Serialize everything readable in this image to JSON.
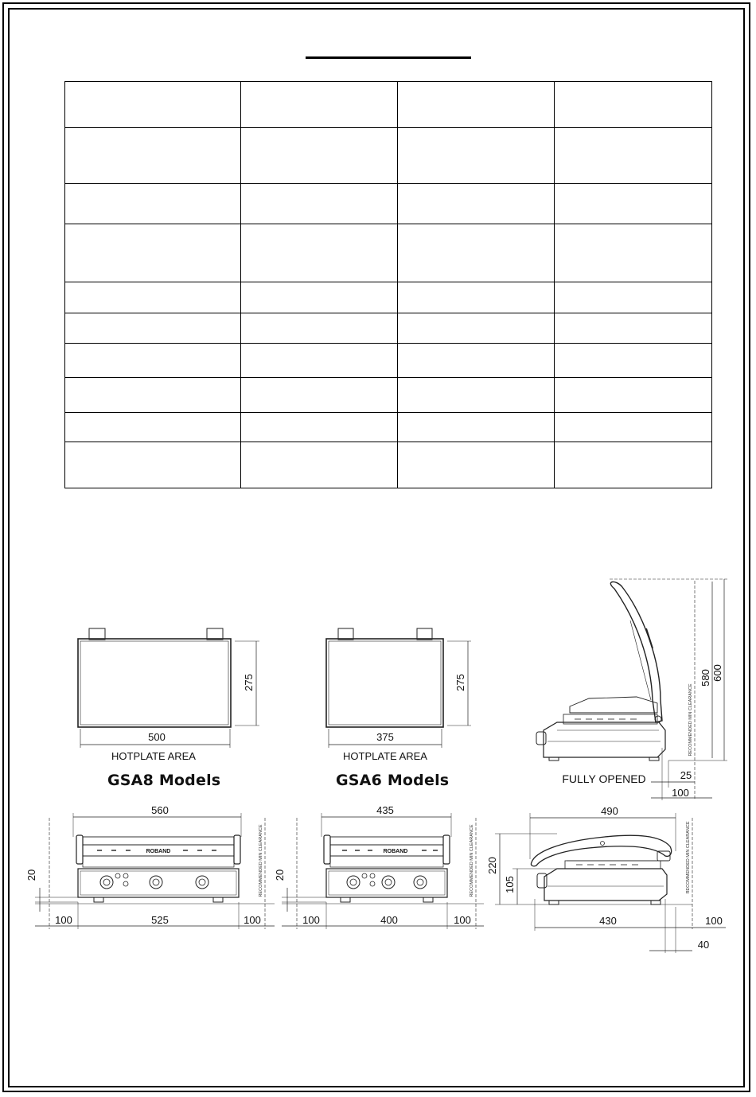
{
  "spec_table": {
    "rows": 10,
    "cols": 4,
    "cells": []
  },
  "plan_views": [
    {
      "key": "gsa8",
      "width_dim": "500",
      "depth_dim": "275",
      "caption": "HOTPLATE AREA",
      "model": "GSA8 Models"
    },
    {
      "key": "gsa6",
      "width_dim": "375",
      "depth_dim": "275",
      "caption": "HOTPLATE AREA",
      "model": "GSA6 Models"
    }
  ],
  "side_open": {
    "caption": "FULLY OPENED",
    "height_inner": "580",
    "height_outer": "600",
    "rear_gap": "25",
    "rear_clearance": "100",
    "clearance_note": "RECOMMENDED MIN CLEARANCE"
  },
  "front_views": [
    {
      "key": "gsa8",
      "overall_width": "560",
      "body_width": "525",
      "left_clearance": "100",
      "right_clearance": "100",
      "leg_height": "20",
      "brand": "ROBAND",
      "clearance_note": "RECOMMENDED MIN CLEARANCE"
    },
    {
      "key": "gsa6",
      "overall_width": "435",
      "body_width": "400",
      "left_clearance": "100",
      "right_clearance": "100",
      "leg_height": "20",
      "brand": "ROBAND",
      "clearance_note": "RECOMMENDED MIN CLEARANCE"
    }
  ],
  "side_closed": {
    "overall_depth": "490",
    "body_depth": "430",
    "height_overall": "220",
    "height_body": "105",
    "rear_clearance": "100",
    "rear_offset": "40",
    "clearance_note": "RECOMMENDED MIN CLEARANCE"
  }
}
